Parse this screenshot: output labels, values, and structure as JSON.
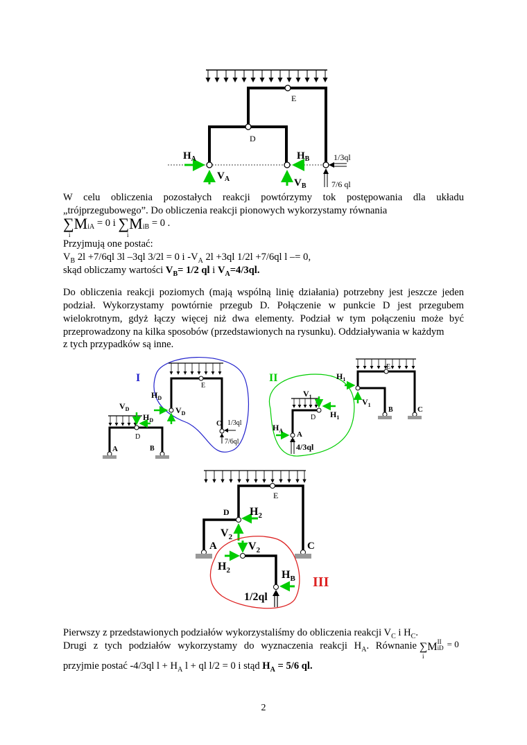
{
  "figure1": {
    "labels": {
      "E": "E",
      "D": "D",
      "HA_main": "H",
      "HA_sub": "A",
      "VA_main": "V",
      "VA_sub": "A",
      "HB_main": "H",
      "HB_sub": "B",
      "VB_main": "V",
      "VB_sub": "B",
      "force_h": "1/3ql",
      "force_v": "7/6 ql"
    }
  },
  "text": {
    "p1a": "W celu obliczenia pozostałych reakcji powtórzymy tok postępowania dla układu",
    "p1b": "„trójprzegubowego”. Do obliczenia reakcji pionowych wykorzystamy równania",
    "eq1": "∑M",
    "eq1_sub": "iA",
    "eq1_rest": "= 0  i",
    "eq2": "∑M",
    "eq2_sub": "iB",
    "eq2_rest": "= 0 .",
    "eq_index": "i",
    "p2": "Przyjmują one postać:",
    "p3": "V",
    "p3_sub": "B",
    "p3_rest": " 2l +7/6ql 3l –3ql 3/2l = 0    i   -V",
    "p3_sub2": "A",
    "p3_rest2": " 2l +3ql 1/2l +7/6ql l –= 0,",
    "p4a": "skąd obliczamy wartości ",
    "p4b": "V",
    "p4b_sub": "B",
    "p4c": "= 1/2 ql",
    "p4d": " i ",
    "p4e": "V",
    "p4e_sub": "A",
    "p4f": "=4/3ql.",
    "p5": "Do obliczenia reakcji poziomych (mają wspólną linię działania) potrzebny jest jeszcze jeden podział. Wykorzystamy powtórnie przegub D. Połączenie w punkcie D jest przegubem wielokrotnym, gdyż łączy więcej niż dwa elementy. Podział w tym połączeniu może być przeprowadzony na kilka sposobów (przedstawionych na rysunku). Oddziaływania w każdym",
    "p5_last": "z tych przypadków są inne.",
    "p6a": "Pierwszy z przedstawionych podziałów wykorzystaliśmy do obliczenia reakcji V",
    "p6a_sub": "C",
    "p6b": " i  H",
    "p6b_sub": "C",
    "p6c": ".",
    "p7": "Drugi z tych podziałów wykorzystamy do wyznaczenia reakcji H",
    "p7_sub": "A",
    "p7b": ". Równanie",
    "eq3": "∑M",
    "eq3_sup": "II",
    "eq3_sub": "iD",
    "eq3_rest": "= 0",
    "p8a": "przyjmie postać -4/3ql l + H",
    "p8a_sub": "A",
    "p8b": " l + ql l/2 = 0  i stąd ",
    "p8c": "H",
    "p8c_sub": "A",
    "p8d": " = 5/6 ql."
  },
  "figure2": {
    "I": "I",
    "II": "II",
    "E": "E",
    "D": "D",
    "A": "A",
    "B": "B",
    "C": "C",
    "HD": "H",
    "HD_sub": "D",
    "VD": "V",
    "VD_sub": "D",
    "V1": "V",
    "V1_sub": "1",
    "H1": "H",
    "H1_sub": "1",
    "HA": "H",
    "HA_sub": "A",
    "force_h": "1/3ql",
    "force_v": "7/6ql",
    "force_va": "4/3ql"
  },
  "figure3": {
    "III": "III",
    "E": "E",
    "D": "D",
    "A": "A",
    "C": "C",
    "H2": "H",
    "H2_sub": "2",
    "V2": "V",
    "V2_sub": "2",
    "HB": "H",
    "HB_sub": "B",
    "force_vb": "1/2ql"
  },
  "page_number": "2",
  "colors": {
    "green": "#00cc00",
    "blue": "#2222cc",
    "red": "#dd2222",
    "ground": "#999999"
  }
}
